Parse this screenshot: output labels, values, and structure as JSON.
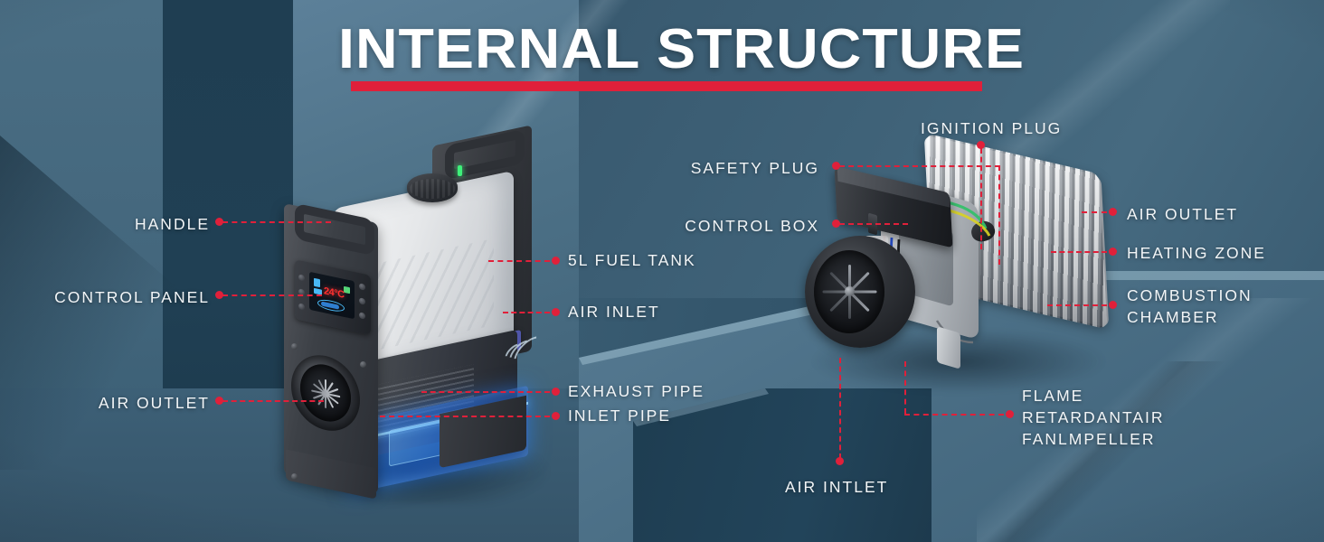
{
  "header": {
    "title": "INTERNAL STRUCTURE",
    "rule_color": "#e0203a"
  },
  "theme": {
    "accent_red": "#e0203a",
    "label_text": "#f2f5f7",
    "background_blue": "#3a5d73",
    "background_dark_slab": "#1f3e52"
  },
  "left_unit": {
    "name": "all-in-one-diesel-air-heater",
    "display": {
      "temperature": "24°C"
    },
    "callouts": [
      {
        "id": "handle",
        "label": "HANDLE",
        "side": "left"
      },
      {
        "id": "control-panel",
        "label": "CONTROL PANEL",
        "side": "left"
      },
      {
        "id": "air-outlet",
        "label": "AIR OUTLET",
        "side": "left"
      },
      {
        "id": "fuel-tank",
        "label": "5L FUEL TANK",
        "side": "right"
      },
      {
        "id": "air-inlet",
        "label": "AIR INLET",
        "side": "right"
      },
      {
        "id": "exhaust-pipe",
        "label": "EXHAUST PIPE",
        "side": "right"
      },
      {
        "id": "inlet-pipe",
        "label": "INLET PIPE",
        "side": "right"
      }
    ]
  },
  "right_unit": {
    "name": "combustion-heater-core",
    "callouts": [
      {
        "id": "safety-plug",
        "label": "SAFETY PLUG",
        "side": "left"
      },
      {
        "id": "control-box",
        "label": "CONTROL BOX",
        "side": "left"
      },
      {
        "id": "ignition-plug",
        "label": "IGNITION PLUG",
        "side": "top"
      },
      {
        "id": "air-outlet",
        "label": "AIR OUTLET",
        "side": "right"
      },
      {
        "id": "heating-zone",
        "label": "HEATING ZONE",
        "side": "right"
      },
      {
        "id": "combustion-chamber",
        "label_line1": "COMBUSTION",
        "label_line2": "CHAMBER",
        "side": "right"
      },
      {
        "id": "flame-retardant-fan",
        "label_line1": "FLAME",
        "label_line2": "RETARDANTAIR",
        "label_line3": "FANLMPELLER",
        "side": "right"
      },
      {
        "id": "air-intlet",
        "label": "AIR INTLET",
        "side": "bottom"
      }
    ]
  }
}
